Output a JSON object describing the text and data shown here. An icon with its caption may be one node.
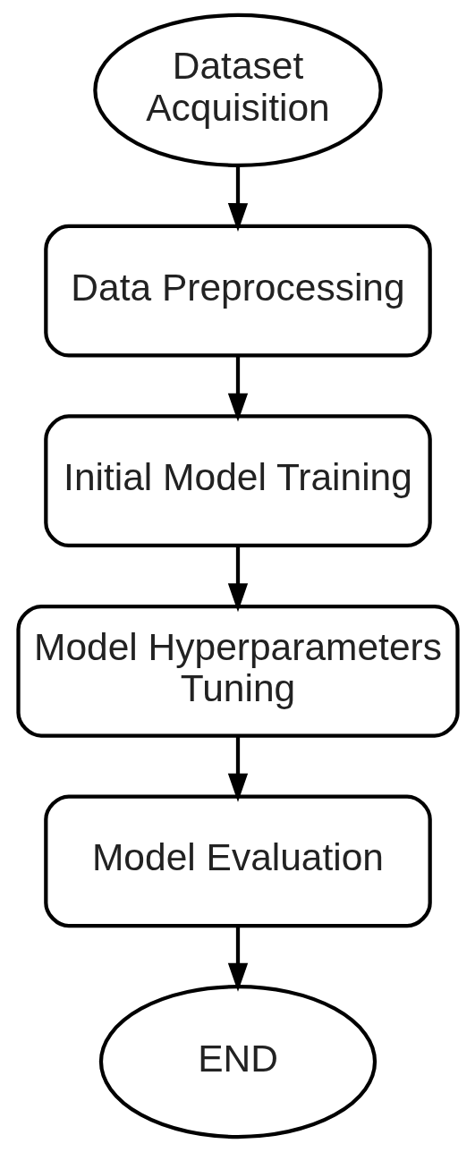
{
  "diagram": {
    "nodes": [
      {
        "text": [
          "Dataset Acquisition"
        ]
      },
      {
        "text": [
          "Data Preprocessing"
        ]
      },
      {
        "text": [
          "Initial Model Training"
        ]
      },
      {
        "text": [
          "Model Hyperparameters Tuning"
        ]
      },
      {
        "text": [
          "Model Evaluation"
        ]
      },
      {
        "text": [
          "END"
        ]
      }
    ],
    "edges": [
      {
        "from": 0,
        "to": 1,
        "arrow": "to"
      },
      {
        "from": 1,
        "to": 2,
        "arrow": "to"
      },
      {
        "from": 2,
        "to": 3,
        "arrow": "to"
      },
      {
        "from": 3,
        "to": 4,
        "arrow": "to"
      },
      {
        "from": 4,
        "to": 5,
        "arrow": "to"
      }
    ]
  }
}
